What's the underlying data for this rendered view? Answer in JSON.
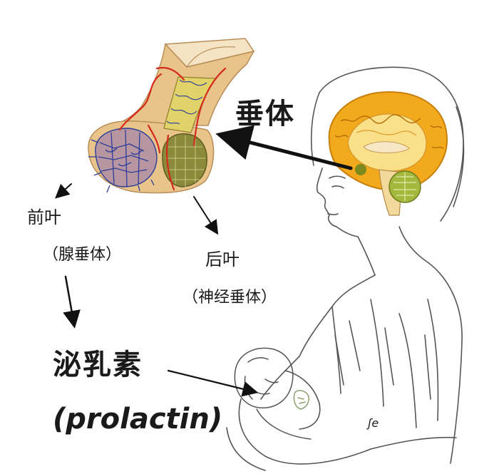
{
  "labels": {
    "pituitary": "垂体",
    "anterior_lobe": "前叶",
    "anterior_lobe_alt": "（腺垂体）",
    "posterior_lobe": "后叶",
    "posterior_lobe_alt": "（神经垂体）",
    "hormone": "泌乳素",
    "hormone_en": "(prolactin)",
    "signature": "ʃe"
  },
  "icons": {
    "pituitary_gland": "pituitary-gland-illustration-icon",
    "brain": "brain-illustration-icon",
    "mother": "mother-sketch-icon",
    "infant": "infant-sketch-icon"
  },
  "colors": {
    "text": "#1a1a1a",
    "arrow": "#111111",
    "gland_tissue": "#e8c48a",
    "gland_tissue_dark": "#c99a5a",
    "anterior_vessels": "#2d3e9a",
    "posterior_tissue": "#8a8a3a",
    "arteries": "#d42a1c",
    "brain_cortex": "#f2a91c",
    "brain_inner": "#fbe08a",
    "cerebellum": "#a3b83c",
    "sketch_line": "#555555"
  }
}
